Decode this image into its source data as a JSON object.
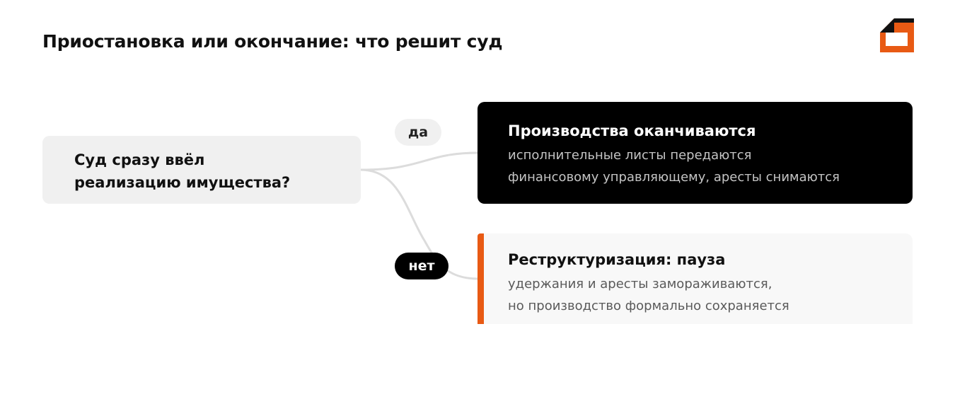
{
  "page": {
    "title": "Приостановка или окончание: что решит суд"
  },
  "logo": {
    "icon": "brand-logo-icon",
    "colors": {
      "dark": "#111111",
      "accent": "#e85a14",
      "inner": "#ffffff"
    }
  },
  "question": {
    "lines": [
      "Суд сразу ввёл",
      "реализацию имущества?"
    ]
  },
  "branches": {
    "yes": {
      "label": "да"
    },
    "no": {
      "label": "нет"
    }
  },
  "outcomes": {
    "end": {
      "title": "Производства оканчиваются",
      "lines": [
        "исполнительные листы передаются",
        "финансовому управляющему, аресты снимаются"
      ]
    },
    "pause": {
      "title": "Реструктуризация: пауза",
      "lines": [
        "удержания и аресты замораживаются,",
        "но производство формально сохраняется"
      ]
    }
  },
  "colors": {
    "accent": "#e85a14",
    "dark_card": "#000000",
    "light_card": "#f0f0f0",
    "connector": "#dcdcdc"
  }
}
